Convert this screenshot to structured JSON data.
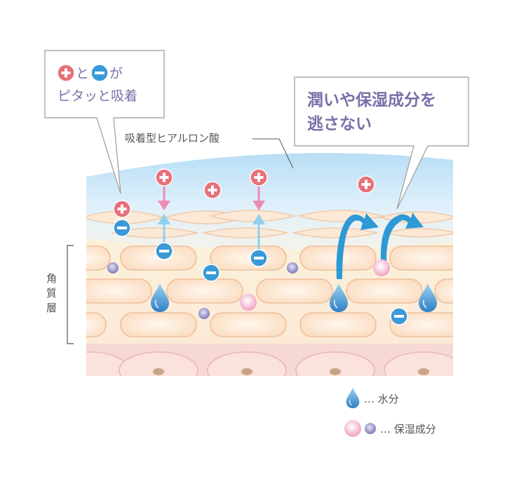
{
  "callout_left": {
    "text_mid": "と",
    "text_end": "が",
    "line2": "ピタッと吸着"
  },
  "callout_right": {
    "line1": "潤いや保湿成分を",
    "line2": "逃さない"
  },
  "labels": {
    "hyaluronic_acid": "吸着型ヒアルロン酸",
    "stratum_corneum": [
      "角",
      "質",
      "層"
    ]
  },
  "legend": {
    "water": "… 水分",
    "moisturizer": "… 保湿成分"
  },
  "colors": {
    "plus": "#e8707a",
    "minus": "#3a9ad8",
    "pink_arrow": "#ec8cb4",
    "cyan_arrow": "#8ed0ee",
    "text_purple": "#7a6fa8",
    "water_drop": "#3c8fd0",
    "moisture_pink": "#f3b6cc",
    "moisture_purple": "#8e89c4"
  },
  "icons": [
    "plus-sign-icon",
    "minus-sign-icon",
    "water-drop-icon",
    "moisture-dot-icon"
  ]
}
